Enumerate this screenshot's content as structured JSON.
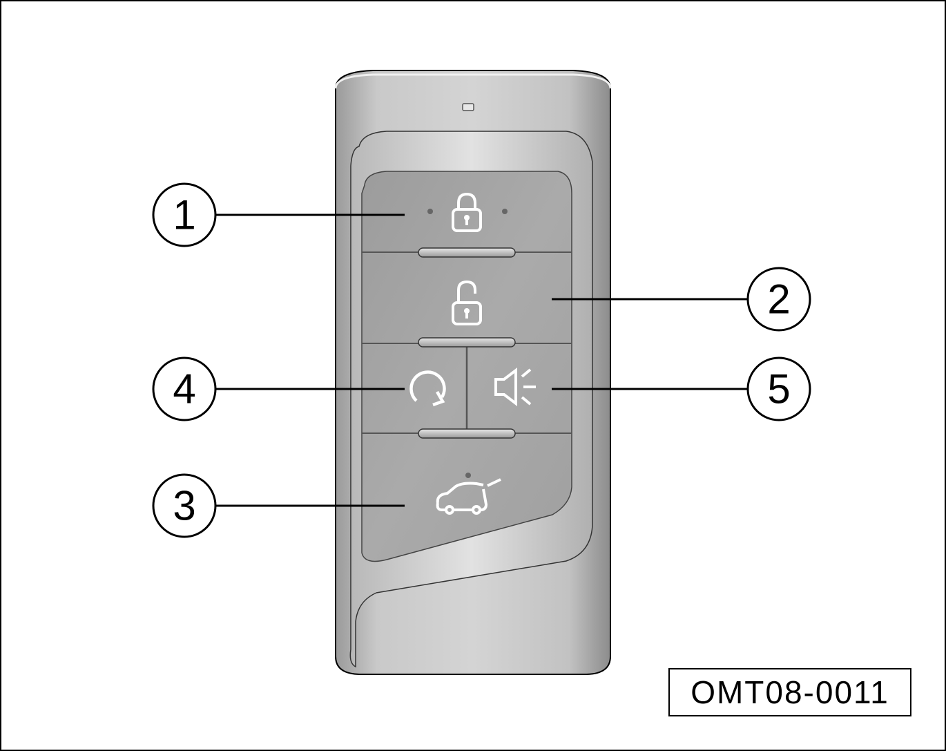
{
  "figure": {
    "reference_code": "OMT08-0011",
    "callouts": [
      {
        "id": "1",
        "label": "1",
        "target": "lock-button"
      },
      {
        "id": "2",
        "label": "2",
        "target": "unlock-button"
      },
      {
        "id": "3",
        "label": "3",
        "target": "tailgate-button"
      },
      {
        "id": "4",
        "label": "4",
        "target": "remote-start-button"
      },
      {
        "id": "5",
        "label": "5",
        "target": "horn-button"
      }
    ],
    "buttons": [
      {
        "name": "lock-button",
        "icon": "padlock-closed-icon"
      },
      {
        "name": "unlock-button",
        "icon": "padlock-open-icon"
      },
      {
        "name": "remote-start-button",
        "icon": "circular-arrow-icon"
      },
      {
        "name": "horn-button",
        "icon": "speaker-sound-icon"
      },
      {
        "name": "tailgate-button",
        "icon": "car-tailgate-icon"
      }
    ],
    "colors": {
      "key_body_light": "#cfcfcf",
      "key_body_dark": "#8f8f8f",
      "button_face": "#a9a9a9",
      "icon_white": "#ffffff",
      "outline": "#000000"
    }
  }
}
